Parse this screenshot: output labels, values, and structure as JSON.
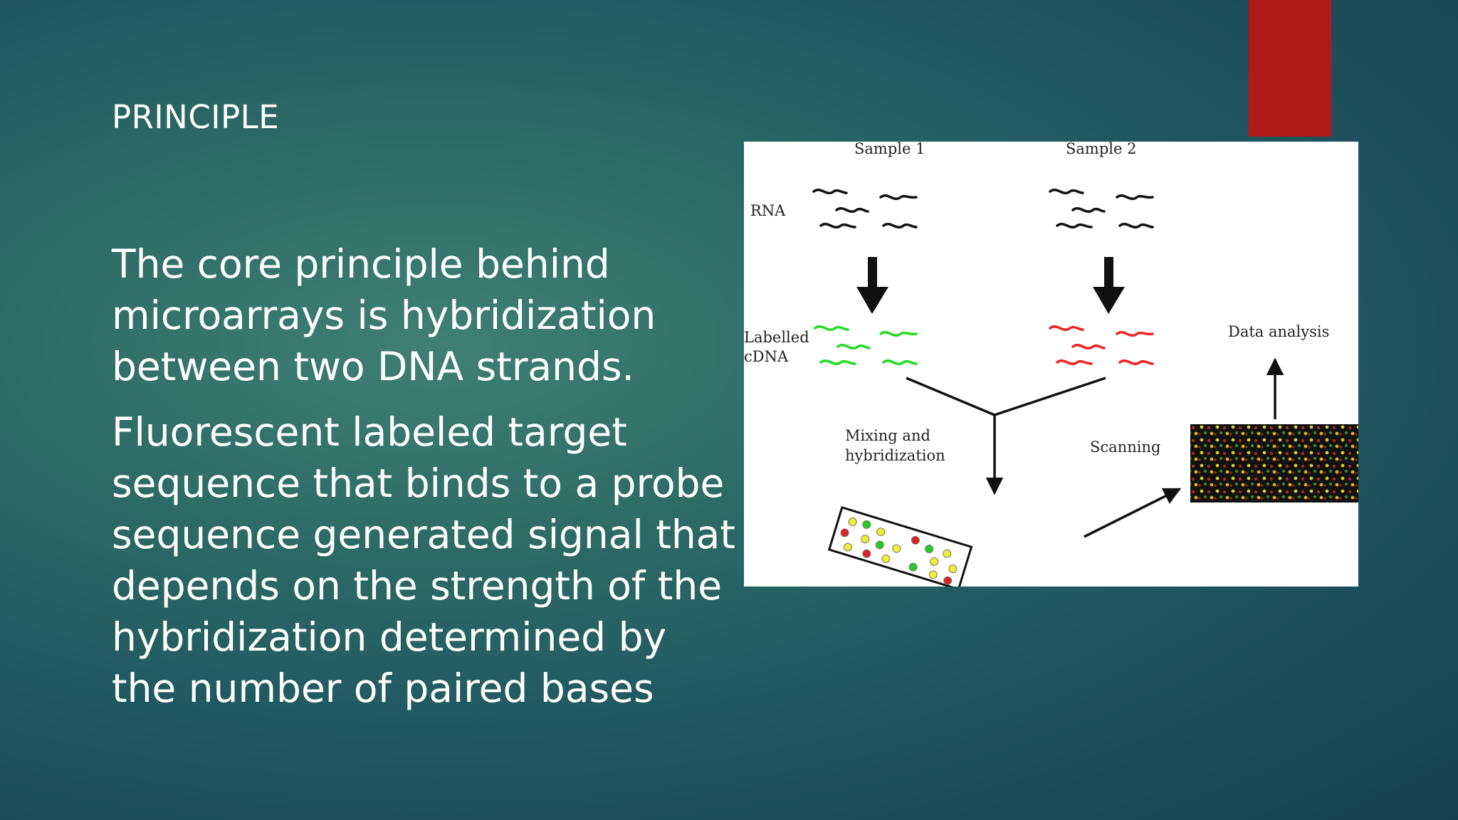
{
  "slide": {
    "title": "PRINCIPLE",
    "paragraphs": [
      "The core principle behind microarrays is hybridization between two DNA strands.",
      "Fluorescent labeled target sequence that binds to a probe sequence generated signal that depends on the strength of the hybridization determined by the number of paired bases"
    ]
  },
  "diagram": {
    "labels": {
      "sample1": "Sample 1",
      "sample2": "Sample 2",
      "rna": "RNA",
      "labelled_line1": "Labelled",
      "labelled_line2": "cDNA",
      "mixing_line1": "Mixing and",
      "mixing_line2": "hybridization",
      "scanning": "Scanning",
      "data_analysis": "Data analysis"
    },
    "colors": {
      "sample1_cdna": "#22dd22",
      "sample2_cdna": "#ee2222",
      "spot_yellow": "#eeee33",
      "spot_green": "#22cc22",
      "spot_red": "#dd2222",
      "scan_background": "#111111",
      "accent_bar": "#b01a17"
    }
  }
}
